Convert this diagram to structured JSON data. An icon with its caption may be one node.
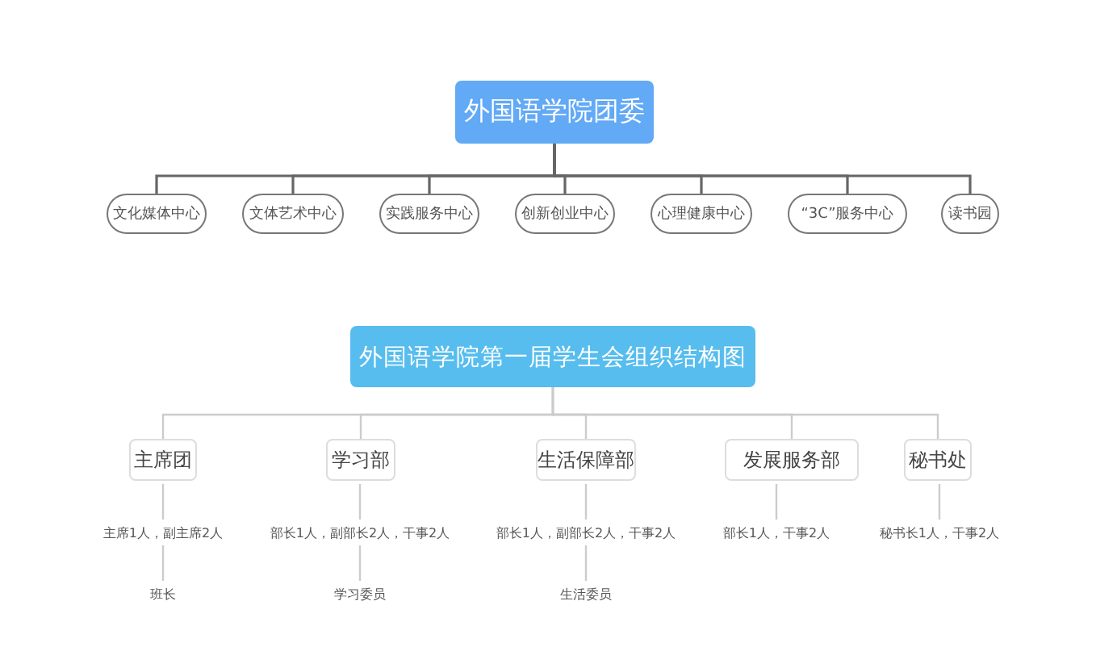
{
  "diagram": {
    "nodes": [
      {
        "text": [
          "外国语学院团委"
        ]
      },
      {
        "text": [
          "文化媒体中心"
        ]
      },
      {
        "text": [
          "文体艺术中心"
        ]
      },
      {
        "text": [
          "实践服务中心"
        ]
      },
      {
        "text": [
          "创新创业中心"
        ]
      },
      {
        "text": [
          "心理健康中心"
        ]
      },
      {
        "text": [
          "“3C”服务中心"
        ]
      },
      {
        "text": [
          "读书园"
        ]
      },
      {
        "text": [
          "外国语学院第一届学生会组织结构图"
        ]
      },
      {
        "text": [
          "主席团"
        ]
      },
      {
        "text": [
          "学习部"
        ]
      },
      {
        "text": [
          "生活保障部"
        ]
      },
      {
        "text": [
          "发展服务部"
        ]
      },
      {
        "text": [
          "秘书处"
        ]
      },
      {
        "text": [
          "主席1人，副主席2人"
        ]
      },
      {
        "text": [
          "班长"
        ]
      },
      {
        "text": [
          "部长1人，副部长2人，干事2人"
        ]
      },
      {
        "text": [
          "学习委员"
        ]
      },
      {
        "text": [
          "部长1人，副部长2人，干事2人"
        ]
      },
      {
        "text": [
          "生活委员"
        ]
      },
      {
        "text": [
          "部长1人，干事2人"
        ]
      },
      {
        "text": [
          "秘书长1人，干事2人"
        ]
      }
    ],
    "edges": [
      {
        "from": 0,
        "to": 1,
        "arrow": "none",
        "color": "#666666"
      },
      {
        "from": 0,
        "to": 2,
        "arrow": "none",
        "color": "#666666"
      },
      {
        "from": 0,
        "to": 3,
        "arrow": "none",
        "color": "#666666"
      },
      {
        "from": 0,
        "to": 4,
        "arrow": "none",
        "color": "#666666"
      },
      {
        "from": 0,
        "to": 5,
        "arrow": "none",
        "color": "#666666"
      },
      {
        "from": 0,
        "to": 6,
        "arrow": "none",
        "color": "#666666"
      },
      {
        "from": 0,
        "to": 7,
        "arrow": "none",
        "color": "#666666"
      },
      {
        "from": 8,
        "to": 9,
        "arrow": "none"
      },
      {
        "from": 8,
        "to": 10,
        "arrow": "none"
      },
      {
        "from": 8,
        "to": 11,
        "arrow": "none"
      },
      {
        "from": 8,
        "to": 12,
        "arrow": "none"
      },
      {
        "from": 8,
        "to": 13,
        "arrow": "none"
      },
      {
        "from": 9,
        "to": 14,
        "arrow": "none"
      },
      {
        "from": 14,
        "to": 15,
        "arrow": "none"
      },
      {
        "from": 10,
        "to": 16,
        "arrow": "none"
      },
      {
        "from": 16,
        "to": 17,
        "arrow": "none"
      },
      {
        "from": 11,
        "to": 18,
        "arrow": "none"
      },
      {
        "from": 18,
        "to": 19,
        "arrow": "none"
      },
      {
        "from": 12,
        "to": 20,
        "arrow": "none"
      },
      {
        "from": 13,
        "to": 21,
        "arrow": "none"
      }
    ]
  }
}
